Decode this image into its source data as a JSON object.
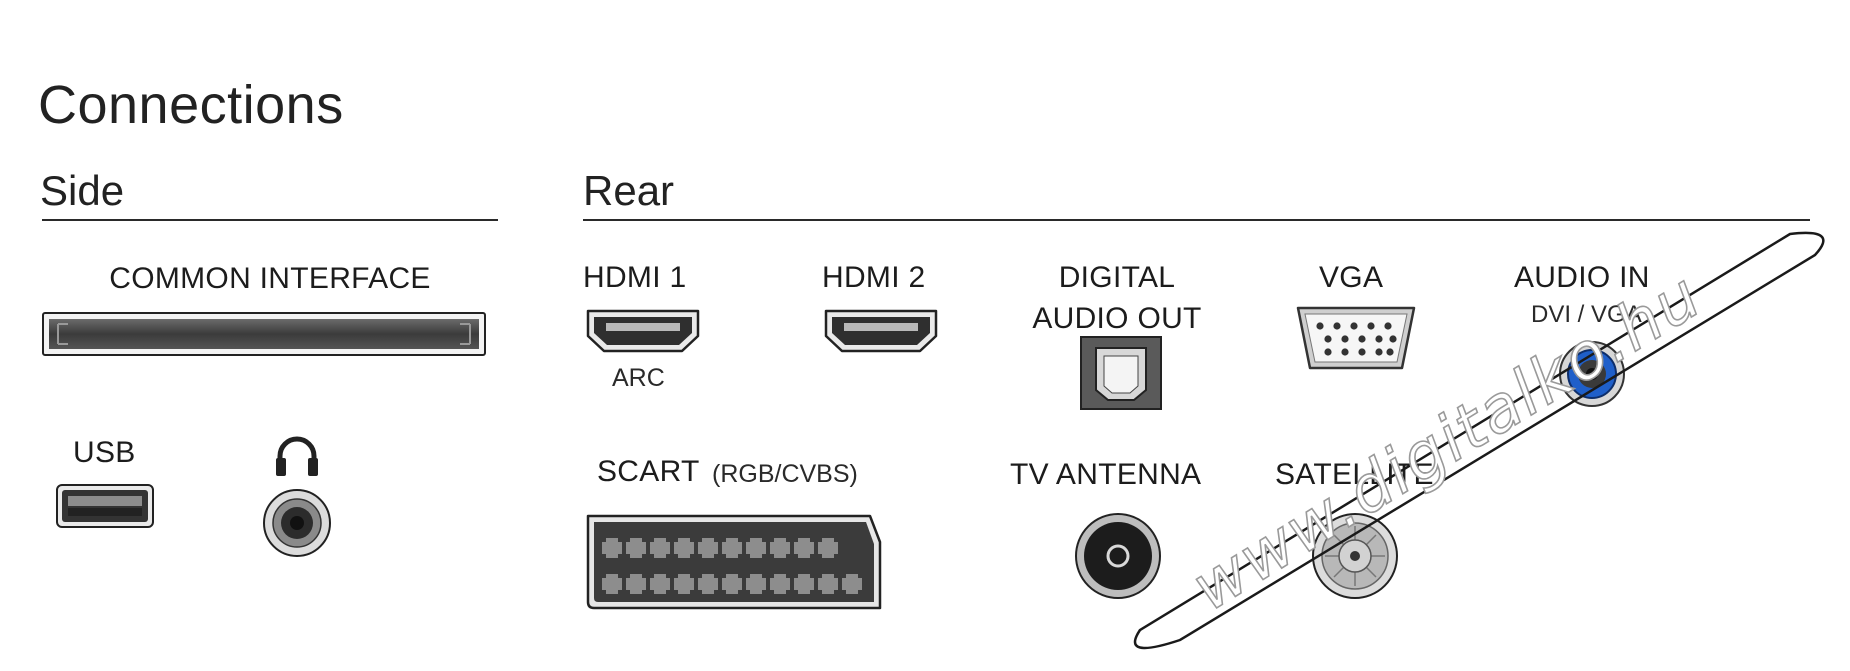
{
  "title": "Connections",
  "sections": {
    "side": "Side",
    "rear": "Rear"
  },
  "side": {
    "common_interface": "COMMON INTERFACE",
    "usb": "USB"
  },
  "rear": {
    "hdmi1": "HDMI 1",
    "hdmi1_sub": "ARC",
    "hdmi2": "HDMI 2",
    "digital_audio_out_line1": "DIGITAL",
    "digital_audio_out_line2": "AUDIO OUT",
    "vga": "VGA",
    "audio_in": "AUDIO IN",
    "audio_in_sub": "DVI / VGA",
    "scart": "SCART",
    "scart_sub": "(RGB/CVBS)",
    "tv_antenna": "TV ANTENNA",
    "satellite": "SATELLITE"
  },
  "icons": {
    "headphone": "headphone-icon"
  },
  "watermark": "www.digitalko.hu",
  "colors": {
    "port_dark": "#3a3a3a",
    "port_mid": "#8a8a8a",
    "port_light": "#d9d9d9",
    "audio_in_blue": "#1f5fc9"
  }
}
